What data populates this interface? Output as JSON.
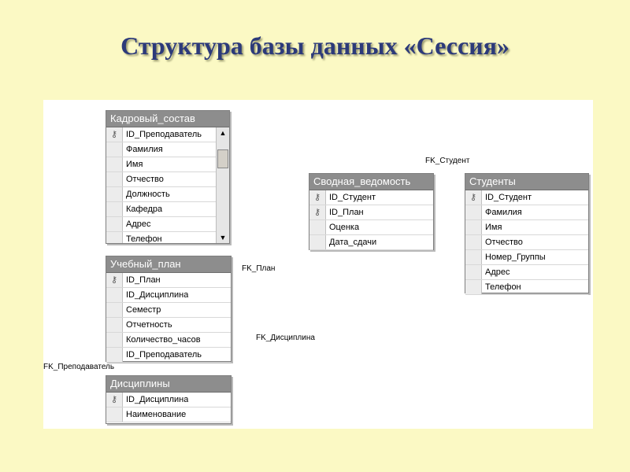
{
  "title": "Структура базы данных «Сессия»",
  "tables": {
    "kadrovy": {
      "name": "Кадровый_состав",
      "fields": [
        {
          "name": "ID_Преподаватель",
          "key": true
        },
        {
          "name": "Фамилия",
          "key": false
        },
        {
          "name": "Имя",
          "key": false
        },
        {
          "name": "Отчество",
          "key": false
        },
        {
          "name": "Должность",
          "key": false
        },
        {
          "name": "Кафедра",
          "key": false
        },
        {
          "name": "Адрес",
          "key": false
        },
        {
          "name": "Телефон",
          "key": false
        }
      ]
    },
    "plan": {
      "name": "Учебный_план",
      "fields": [
        {
          "name": "ID_План",
          "key": true
        },
        {
          "name": "ID_Дисциплина",
          "key": false
        },
        {
          "name": "Семестр",
          "key": false
        },
        {
          "name": "Отчетность",
          "key": false
        },
        {
          "name": "Количество_часов",
          "key": false
        },
        {
          "name": "ID_Преподаватель",
          "key": false
        }
      ]
    },
    "disc": {
      "name": "Дисциплины",
      "fields": [
        {
          "name": "ID_Дисциплина",
          "key": true
        },
        {
          "name": "Наименование",
          "key": false
        }
      ]
    },
    "svod": {
      "name": "Сводная_ведомость",
      "fields": [
        {
          "name": "ID_Студент",
          "key": true
        },
        {
          "name": "ID_План",
          "key": true
        },
        {
          "name": "Оценка",
          "key": false
        },
        {
          "name": "Дата_сдачи",
          "key": false
        }
      ]
    },
    "stud": {
      "name": "Студенты",
      "fields": [
        {
          "name": "ID_Студент",
          "key": true
        },
        {
          "name": "Фамилия",
          "key": false
        },
        {
          "name": "Имя",
          "key": false
        },
        {
          "name": "Отчество",
          "key": false
        },
        {
          "name": "Номер_Группы",
          "key": false
        },
        {
          "name": "Адрес",
          "key": false
        },
        {
          "name": "Телефон",
          "key": false
        }
      ]
    }
  },
  "relations": {
    "fk_student": "FK_Студент",
    "fk_plan": "FK_План",
    "fk_disc": "FK_Дисциплина",
    "fk_prep": "FK_Преподаватель"
  },
  "icons": {
    "key": "key-icon",
    "scroll_up": "arrow-up-icon",
    "scroll_down": "arrow-down-icon"
  }
}
